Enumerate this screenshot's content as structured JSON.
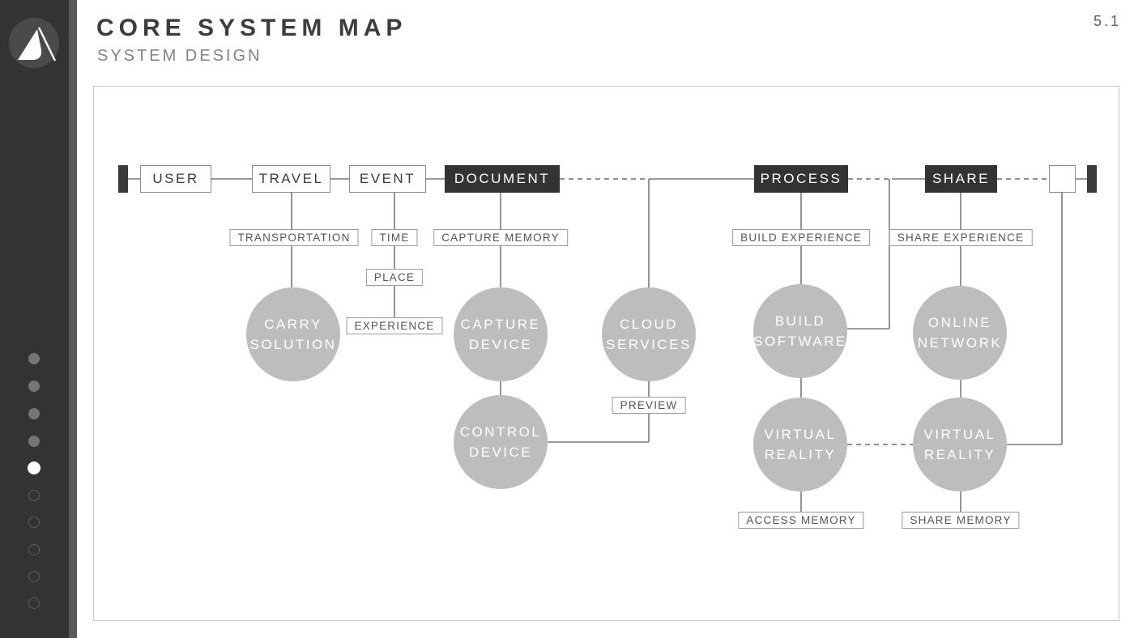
{
  "page": {
    "number": "5.1"
  },
  "header": {
    "title": "CORE SYSTEM MAP",
    "subtitle": "SYSTEM DESIGN"
  },
  "colors": {
    "accent_dark": "#333333",
    "node_gray": "#bdbdbd",
    "wire_gray": "#7a7a7a"
  },
  "sidebar": {
    "logo": "triangle-sail-logo",
    "dots": [
      {
        "state": "past"
      },
      {
        "state": "past"
      },
      {
        "state": "past"
      },
      {
        "state": "past"
      },
      {
        "state": "active"
      },
      {
        "state": "upcoming"
      },
      {
        "state": "upcoming"
      },
      {
        "state": "upcoming"
      },
      {
        "state": "upcoming"
      },
      {
        "state": "upcoming"
      }
    ]
  },
  "diagram": {
    "stages": [
      {
        "id": "user",
        "label": "USER",
        "style": "light"
      },
      {
        "id": "travel",
        "label": "TRAVEL",
        "style": "light"
      },
      {
        "id": "event",
        "label": "EVENT",
        "style": "light"
      },
      {
        "id": "document",
        "label": "DOCUMENT",
        "style": "dark"
      },
      {
        "id": "process",
        "label": "PROCESS",
        "style": "dark"
      },
      {
        "id": "share",
        "label": "SHARE",
        "style": "dark"
      },
      {
        "id": "end",
        "label": "",
        "style": "light"
      }
    ],
    "tags": [
      {
        "id": "transportation",
        "text": "TRANSPORTATION"
      },
      {
        "id": "time",
        "text": "TIME"
      },
      {
        "id": "place",
        "text": "PLACE"
      },
      {
        "id": "experience",
        "text": "EXPERIENCE"
      },
      {
        "id": "capture-memory",
        "text": "CAPTURE MEMORY"
      },
      {
        "id": "preview",
        "text": "PREVIEW"
      },
      {
        "id": "build-experience",
        "text": "BUILD EXPERIENCE"
      },
      {
        "id": "share-experience",
        "text": "SHARE EXPERIENCE"
      },
      {
        "id": "access-memory",
        "text": "ACCESS MEMORY"
      },
      {
        "id": "share-memory",
        "text": "SHARE MEMORY"
      }
    ],
    "bubbles": [
      {
        "id": "carry-solution",
        "text": "CARRY\nSOLUTION"
      },
      {
        "id": "capture-device",
        "text": "CAPTURE\nDEVICE"
      },
      {
        "id": "control-device",
        "text": "CONTROL\nDEVICE"
      },
      {
        "id": "cloud-services",
        "text": "CLOUD\nSERVICES"
      },
      {
        "id": "build-software",
        "text": "BUILD\nSOFTWARE"
      },
      {
        "id": "virtual-reality-left",
        "text": "VIRTUAL\nREALITY"
      },
      {
        "id": "online-network",
        "text": "ONLINE\nNETWORK"
      },
      {
        "id": "virtual-reality-right",
        "text": "VIRTUAL\nREALITY"
      }
    ]
  }
}
